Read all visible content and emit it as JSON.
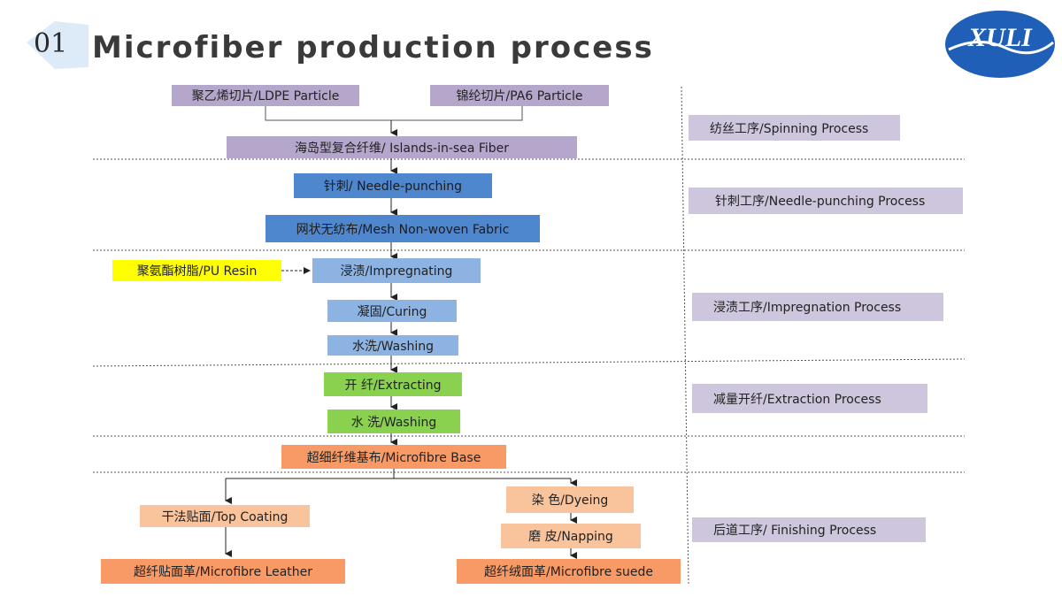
{
  "header": {
    "number": "01",
    "title": "Microfiber production process",
    "logo_text": "XULI"
  },
  "flow": {
    "ldpe": "聚乙烯切片/LDPE Particle",
    "pa6": "锦纶切片/PA6 Particle",
    "islands": "海岛型复合纤维/ Islands-in-sea Fiber",
    "needle": "针刺/ Needle-punching",
    "mesh": "网状无纺布/Mesh Non-woven Fabric",
    "pu": "聚氨酯树脂/PU Resin",
    "impregnating": "浸渍/Impregnating",
    "curing": "凝固/Curing",
    "washing1": "水洗/Washing",
    "extracting": "开   纤/Extracting",
    "washing2": "水   洗/Washing",
    "base": "超细纤维基布/Microfibre Base",
    "top_coating": "干法贴面/Top Coating",
    "leather": "超纤贴面革/Microfibre Leather",
    "dyeing": "染   色/Dyeing",
    "napping": "磨   皮/Napping",
    "suede": "超纤绒面革/Microfibre suede"
  },
  "stages": {
    "spinning": "纺丝工序/Spinning Process",
    "needle_punching": "针刺工序/Needle-punching Process",
    "impregnation": "浸渍工序/Impregnation Process",
    "extraction": "减量开纤/Extraction Process",
    "finishing": "后道工序/ Finishing Process"
  },
  "colors": {
    "purple": "#b4a7cb",
    "blue": "#4f87cf",
    "light_blue": "#8db3e2",
    "yellow": "#ffff00",
    "green": "#89d14e",
    "orange": "#f79a66",
    "peach": "#f9c49c",
    "logo_blue": "#1f5fb8"
  }
}
